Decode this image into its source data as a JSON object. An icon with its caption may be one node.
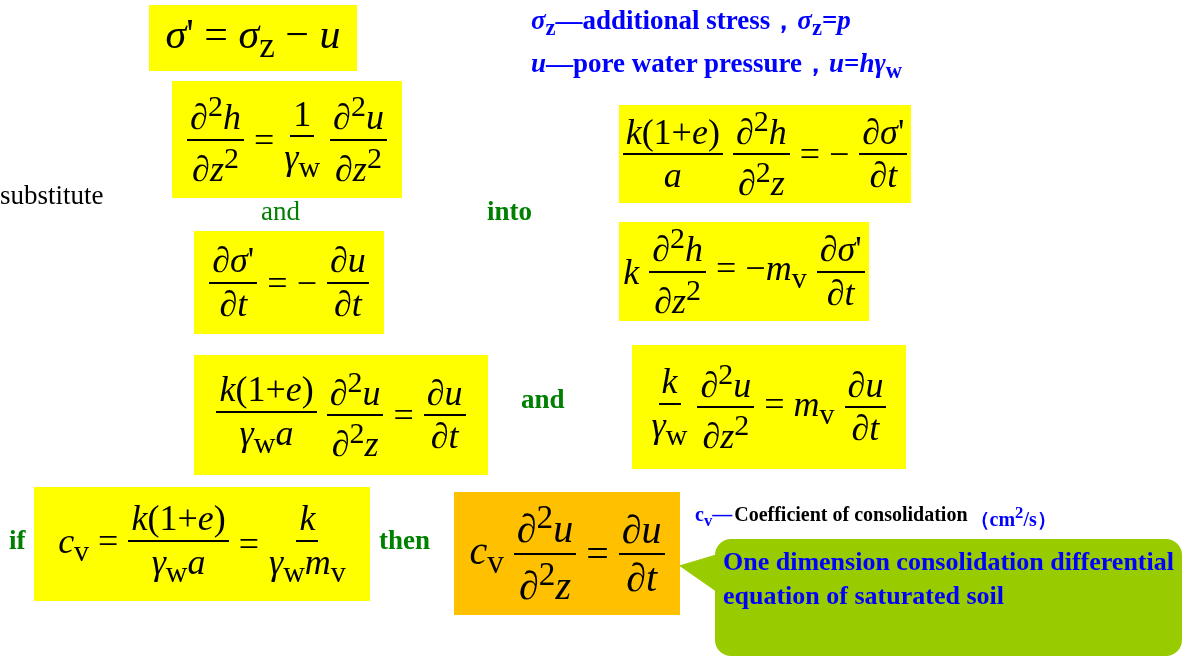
{
  "diagram": {
    "nodes": [
      {
        "text": [
          "*σ*' = *σ*$_{z}$ − *u*"
        ]
      },
      {
        "text": [
          "∂$^{2}$*h*",
          "∂*z*$^{2}$",
          "=",
          "1",
          "*γ*$_{w}$",
          "∂$^{2}$*u*",
          "∂*z*$^{2}$"
        ]
      },
      {
        "text": [
          "∂*σ*'",
          "∂*t*",
          "= −",
          "∂*u*",
          "∂*t*"
        ]
      },
      {
        "text": [
          "*k*(1+*e*)",
          "*a*",
          "∂$^{2}$*h*",
          "∂$^{2}$*z*",
          "= −",
          "∂*σ*'",
          "∂*t*"
        ]
      },
      {
        "text": [
          "*k*",
          "∂$^{2}$*h*",
          "∂*z*$^{2}$",
          "= −*m*$_{v}$",
          "∂*σ*'",
          "∂*t*"
        ]
      },
      {
        "text": [
          "*k*(1+*e*)",
          "*γ*$_{w}$*a*",
          "∂$^{2}$*u*",
          "∂$^{2}$*z*",
          "=",
          "∂*u*",
          "∂*t*"
        ]
      },
      {
        "text": [
          "*k*",
          "*γ*$_{w}$",
          "∂$^{2}$*u*",
          "∂*z*$^{2}$",
          "= *m*$_{v}$",
          "∂*u*",
          "∂*t*"
        ]
      },
      {
        "text": [
          "*c*$_{v}$ =",
          "*k*(1+*e*)",
          "*γ*$_{w}$*a*",
          "=",
          "*k*",
          "*γ*$_{w}$*m*$_{v}$"
        ]
      },
      {
        "text": [
          "*c*$_{v}$",
          "∂$^{2}$*u*",
          "∂$^{2}$*z*",
          "=",
          "∂*u*",
          "∂*t*"
        ]
      },
      {
        "text": [
          "One dimension consolidation differential equation of saturated soil"
        ]
      }
    ],
    "edges": [
      {
        "from": 9,
        "to": 8,
        "arrow": "to"
      }
    ],
    "labels": [
      "*σ*$_{z}$—additional stress，*σ*$_{z}$=*p*",
      "*u*—pore water pressure，*u*=*hγ*$_{w}$",
      "substitute",
      "and",
      "into",
      "and",
      "if",
      "then",
      "c$_{v}$—",
      "Coefficient of consolidation",
      "（cm$^{2}$/s）"
    ]
  }
}
